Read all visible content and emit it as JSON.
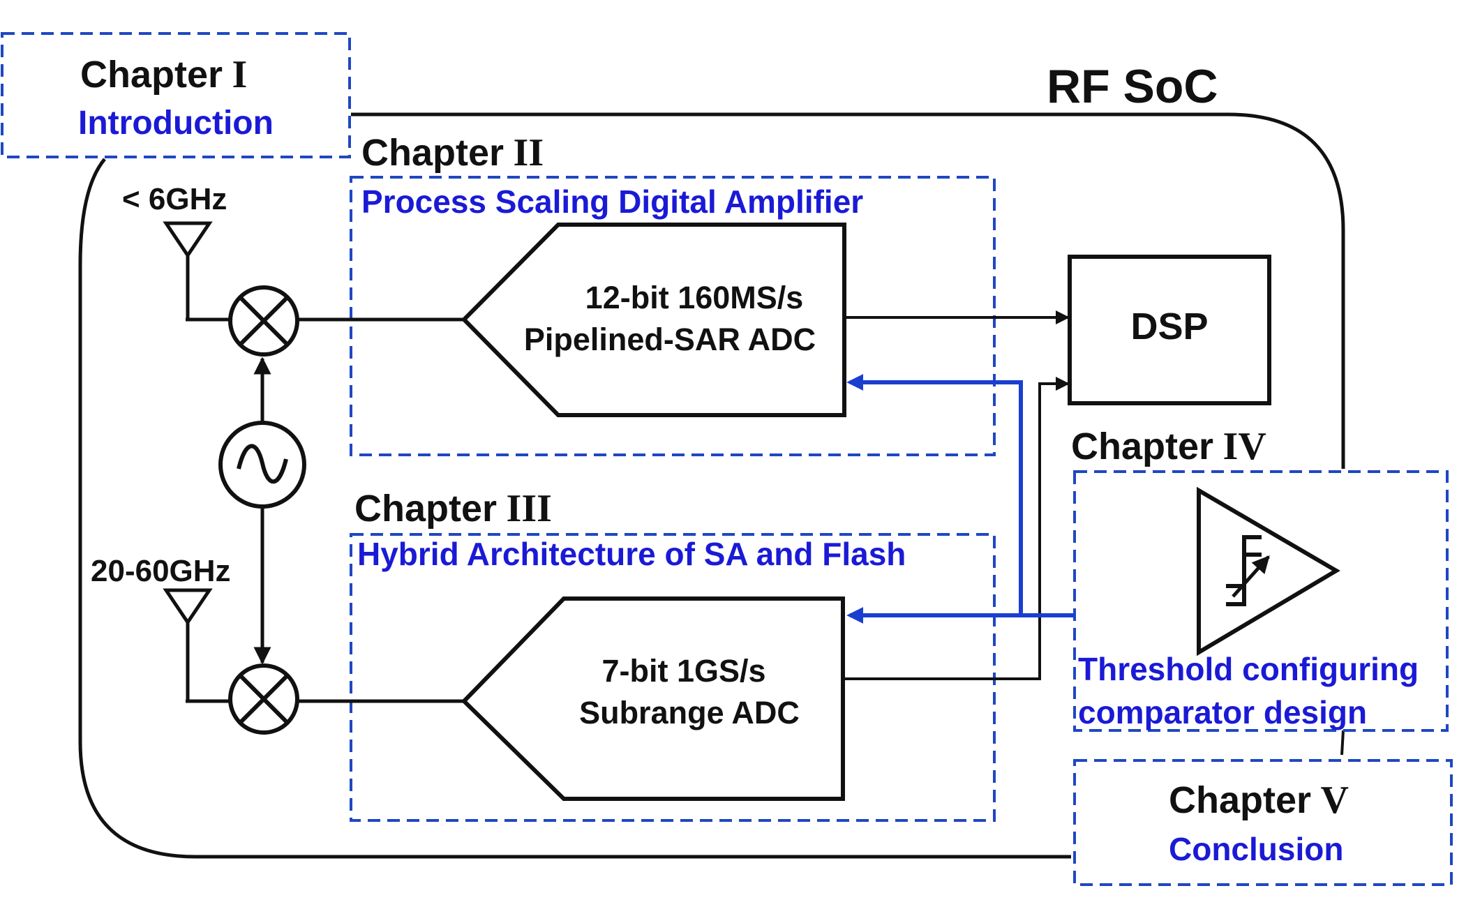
{
  "soc_label": "RF SoC",
  "chapters": {
    "ch1": {
      "word": "Chapter",
      "numeral": "I",
      "subtitle": "Introduction"
    },
    "ch2": {
      "word": "Chapter",
      "numeral": "II",
      "subtitle": "Process Scaling Digital Amplifier"
    },
    "ch3": {
      "word": "Chapter",
      "numeral": "III",
      "subtitle": "Hybrid Architecture of SA and Flash"
    },
    "ch4": {
      "word": "Chapter",
      "numeral": "IV",
      "subtitle_line1": "Threshold configuring",
      "subtitle_line2": "comparator design"
    },
    "ch5": {
      "word": "Chapter",
      "numeral": "V",
      "subtitle": "Conclusion"
    }
  },
  "antennas": {
    "top": "< 6GHz",
    "bottom": "20-60GHz"
  },
  "blocks": {
    "adc_top_line1": "12-bit 160MS/s",
    "adc_top_line2": "Pipelined-SAR ADC",
    "adc_bottom_line1": "7-bit 1GS/s",
    "adc_bottom_line2": "Subrange ADC",
    "dsp": "DSP"
  },
  "colors": {
    "text_black": "#111111",
    "chapter_blue": "#1a1ad6",
    "dashed_border": "#1f47c2",
    "feedback_line": "#1a3fd0"
  },
  "icons": {
    "mixer": "circle-x-mixer-icon",
    "oscillator": "sine-oscillator-icon",
    "antenna": "antenna-triangle-icon",
    "comparator": "hysteresis-comparator-icon"
  }
}
